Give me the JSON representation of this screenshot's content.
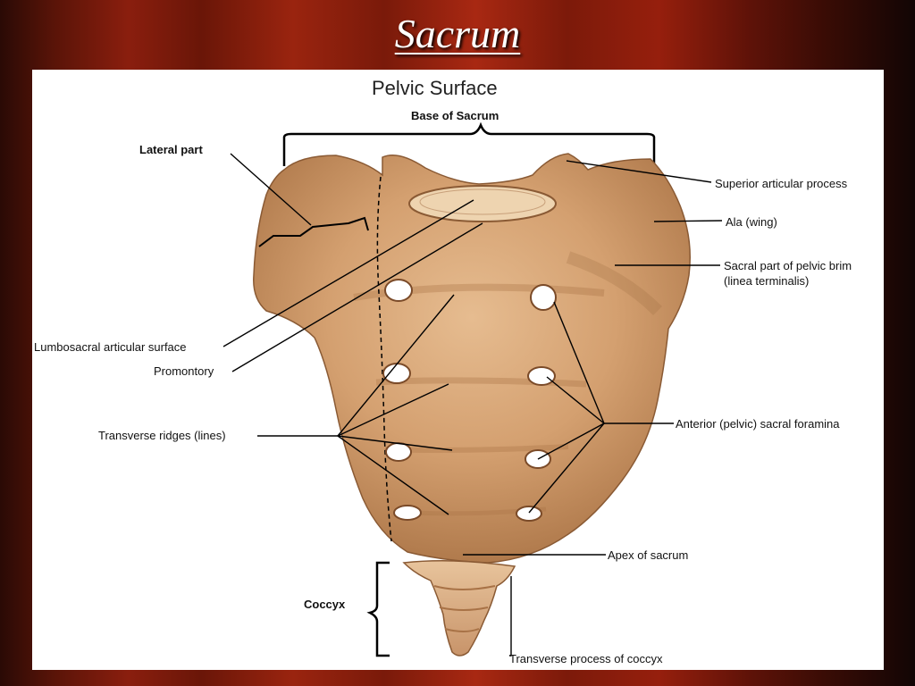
{
  "slide": {
    "title": "Sacrum"
  },
  "figure": {
    "heading": "Pelvic Surface",
    "labels": {
      "base_of_sacrum": "Base of Sacrum",
      "lateral_part": "Lateral part",
      "superior_articular_process": "Superior articular process",
      "ala": "Ala (wing)",
      "sacral_part_line1": "Sacral part of pelvic brim",
      "sacral_part_line2": "(linea terminalis)",
      "lumbosacral": "Lumbosacral articular surface",
      "promontory": "Promontory",
      "transverse_ridges": "Transverse ridges (lines)",
      "anterior_foramina": "Anterior (pelvic) sacral foramina",
      "apex": "Apex of sacrum",
      "coccyx": "Coccyx",
      "transverse_process_coccyx": "Transverse process of coccyx"
    },
    "colors": {
      "bone": "#d9a878",
      "bone_shadow": "#b07a4c",
      "foramen": "#ffffff",
      "line": "#000000"
    }
  }
}
